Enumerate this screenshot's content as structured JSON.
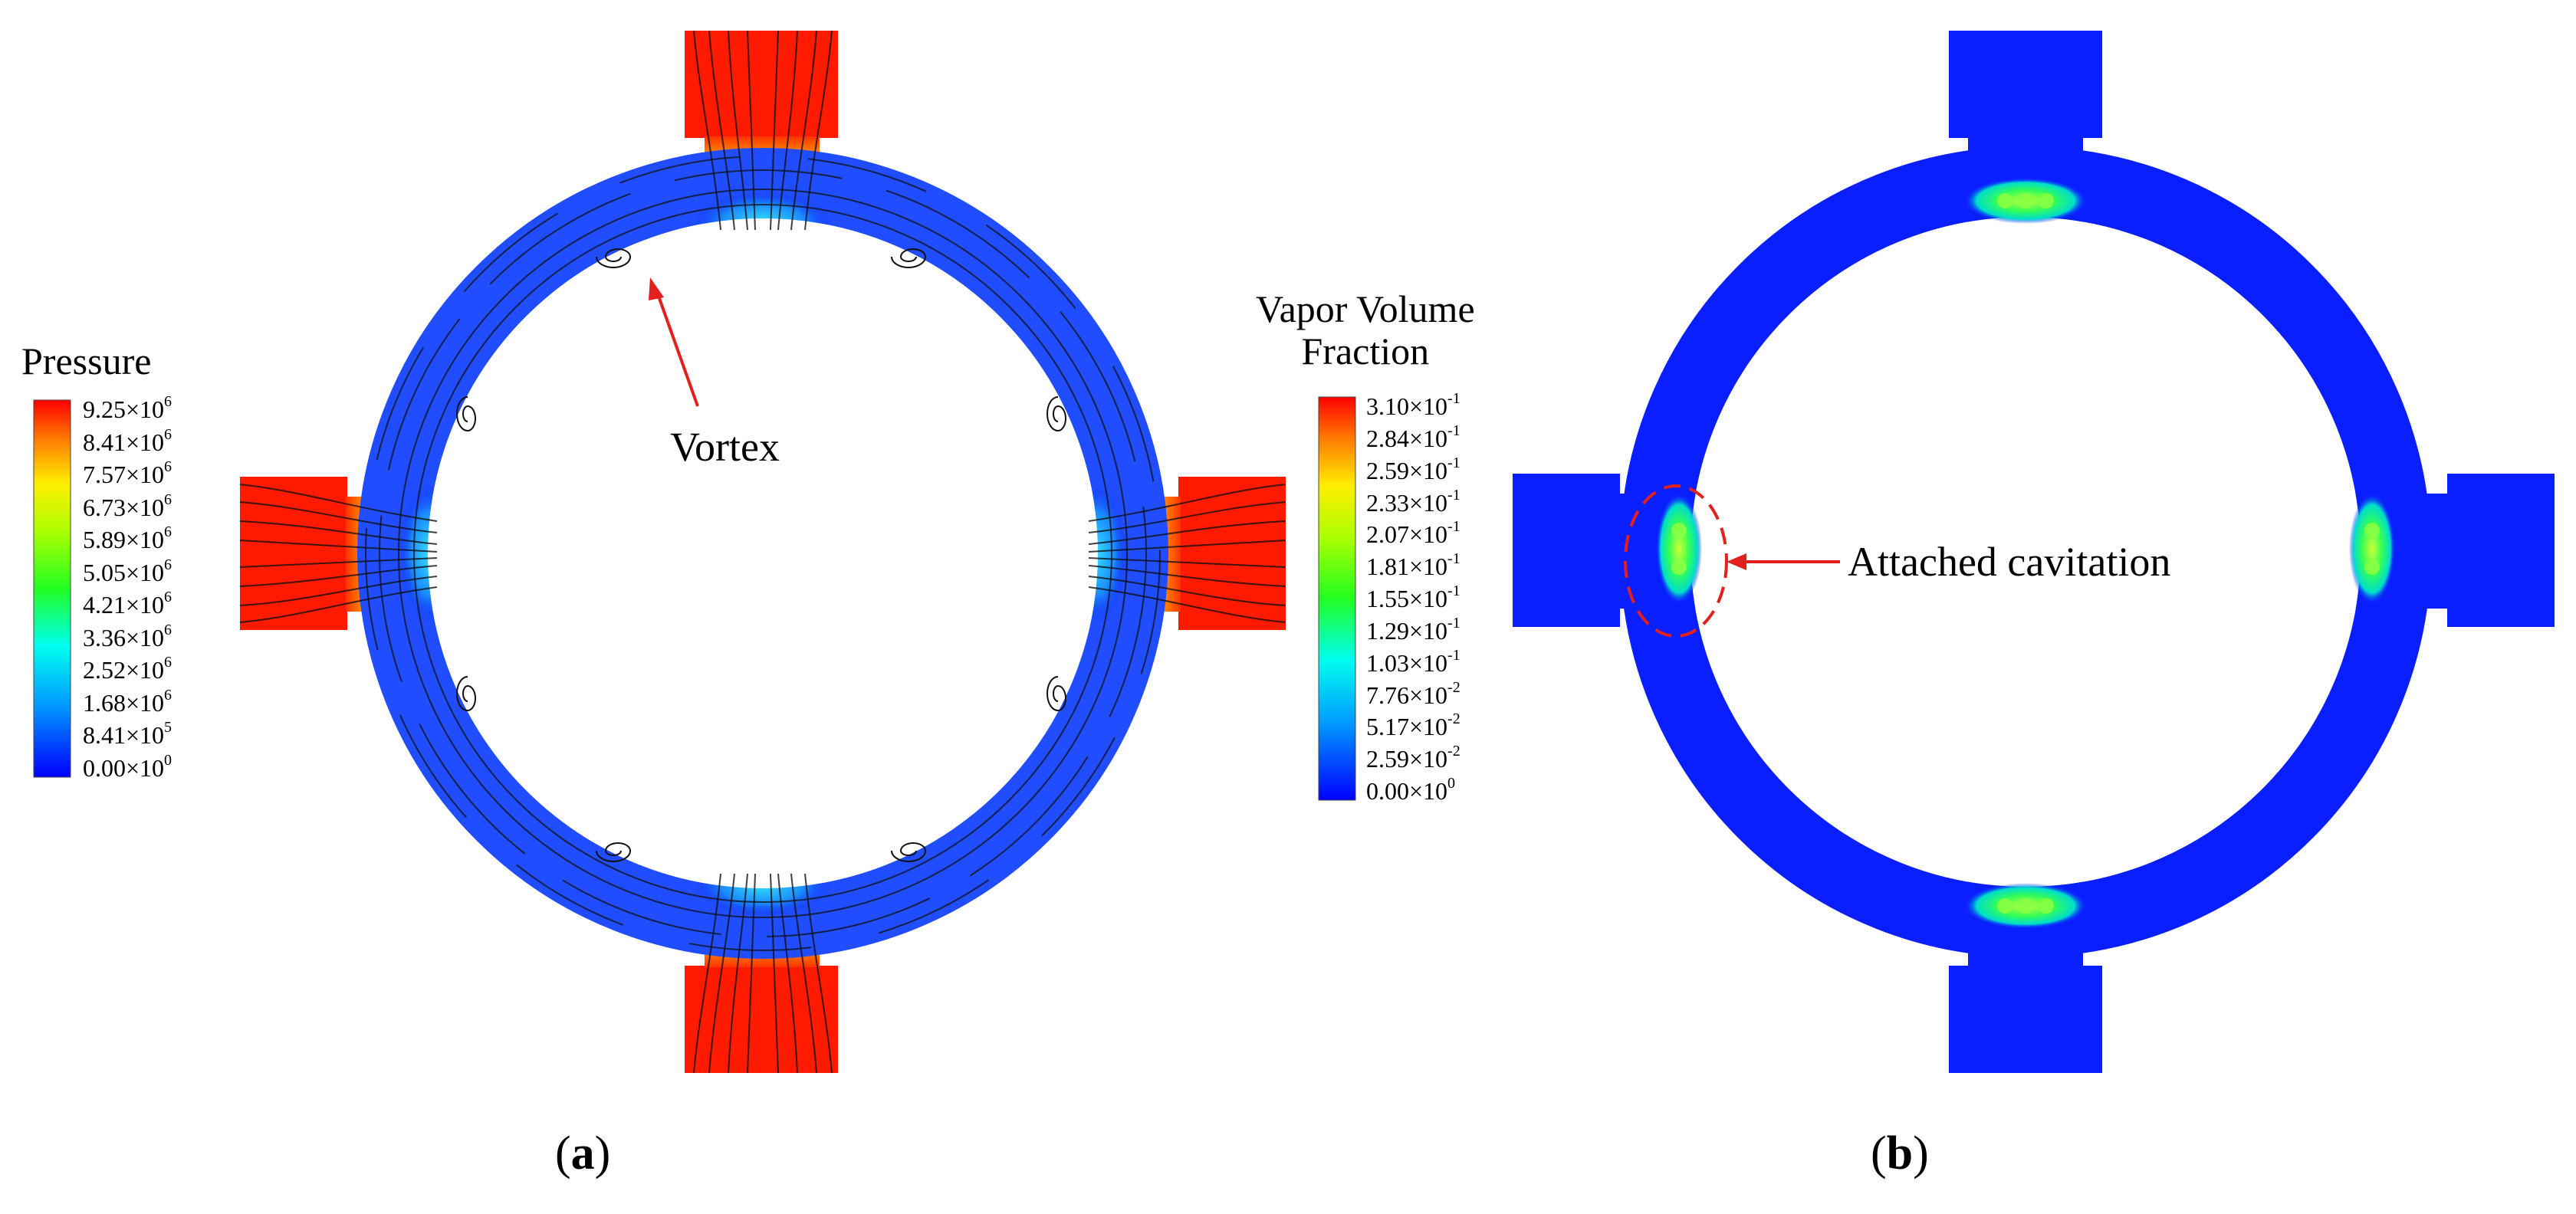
{
  "panel_a": {
    "legend_title": "Pressure",
    "ticks": [
      {
        "mantissa": "9.25",
        "exponent": "6"
      },
      {
        "mantissa": "8.41",
        "exponent": "6"
      },
      {
        "mantissa": "7.57",
        "exponent": "6"
      },
      {
        "mantissa": "6.73",
        "exponent": "6"
      },
      {
        "mantissa": "5.89",
        "exponent": "6"
      },
      {
        "mantissa": "5.05",
        "exponent": "6"
      },
      {
        "mantissa": "4.21",
        "exponent": "6"
      },
      {
        "mantissa": "3.36",
        "exponent": "6"
      },
      {
        "mantissa": "2.52",
        "exponent": "6"
      },
      {
        "mantissa": "1.68",
        "exponent": "6"
      },
      {
        "mantissa": "8.41",
        "exponent": "5"
      },
      {
        "mantissa": "0.00",
        "exponent": "0"
      }
    ],
    "annotation": "Vortex",
    "label_open": "(",
    "label_letter": "a",
    "label_close": ")"
  },
  "panel_b": {
    "legend_title_line1": "Vapor Volume",
    "legend_title_line2": "Fraction",
    "ticks": [
      {
        "mantissa": "3.10",
        "exponent": "-1"
      },
      {
        "mantissa": "2.84",
        "exponent": "-1"
      },
      {
        "mantissa": "2.59",
        "exponent": "-1"
      },
      {
        "mantissa": "2.33",
        "exponent": "-1"
      },
      {
        "mantissa": "2.07",
        "exponent": "-1"
      },
      {
        "mantissa": "1.81",
        "exponent": "-1"
      },
      {
        "mantissa": "1.55",
        "exponent": "-1"
      },
      {
        "mantissa": "1.29",
        "exponent": "-1"
      },
      {
        "mantissa": "1.03",
        "exponent": "-1"
      },
      {
        "mantissa": "7.76",
        "exponent": "-2"
      },
      {
        "mantissa": "5.17",
        "exponent": "-2"
      },
      {
        "mantissa": "2.59",
        "exponent": "-2"
      },
      {
        "mantissa": "0.00",
        "exponent": "0"
      }
    ],
    "annotation": "Attached cavitation",
    "label_open": "(",
    "label_letter": "b",
    "label_close": ")"
  },
  "colors": {
    "jet_blue": "#0a1fff",
    "jet_red": "#ff1200",
    "annotation_red": "#e3201b"
  }
}
